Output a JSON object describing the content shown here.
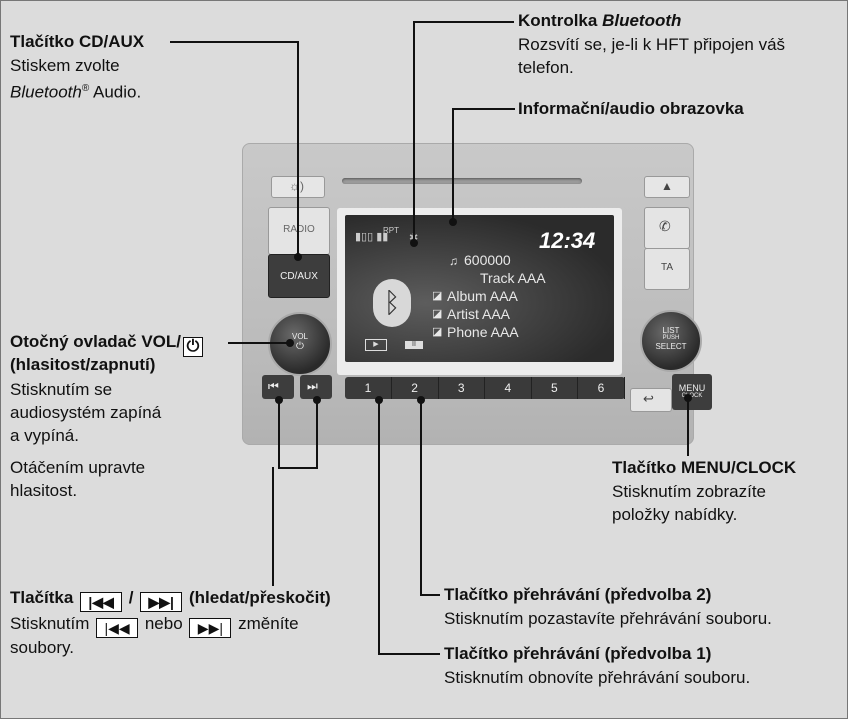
{
  "callouts": {
    "cd_aux": {
      "title": "Tlačítko CD/AUX",
      "desc_line1": "Stiskem zvolte",
      "desc_line2_italic": "Bluetooth",
      "desc_line2_reg": "®",
      "desc_line2_rest": " Audio."
    },
    "bluetooth_indicator": {
      "title_prefix": "Kontrolka ",
      "title_italic": "Bluetooth",
      "desc_line1": "Rozsvítí se, je-li k HFT připojen váš",
      "desc_line2": "telefon."
    },
    "info_screen": {
      "title": "Informační/audio obrazovka"
    },
    "vol_knob": {
      "title_line1": "Otočný ovladač VOL/",
      "title_line2": "(hlasitost/zapnutí)",
      "desc1_line1": "Stisknutím se",
      "desc1_line2": "audiosystém zapíná",
      "desc1_line3": "a vypíná.",
      "desc2_line1": "Otáčením upravte",
      "desc2_line2": "hlasitost."
    },
    "seek_buttons": {
      "title_prefix": "Tlačítka",
      "title_sep": "/",
      "title_suffix": "(hledat/přeskočit)",
      "desc_prefix": "Stisknutím",
      "desc_mid": "nebo",
      "desc_suffix": "změníte",
      "desc_line2": "soubory."
    },
    "menu_clock": {
      "title": "Tlačítko MENU/CLOCK",
      "desc_line1": "Stisknutím zobrazíte",
      "desc_line2": "položky nabídky."
    },
    "play_preset2": {
      "title": "Tlačítko přehrávání (předvolba 2)",
      "desc": "Stisknutím pozastavíte přehrávání souboru."
    },
    "play_preset1": {
      "title": "Tlačítko přehrávání (předvolba 1)",
      "desc": "Stisknutím obnovíte přehrávání souboru."
    }
  },
  "unit": {
    "radio_label": "RADIO",
    "cd_aux_label": "CD/AUX",
    "vol_label": "VOL",
    "list_label_1": "LIST",
    "list_label_2": "PUSH",
    "list_label_3": "SELECT",
    "ta_label": "TA",
    "menu_label": "MENU",
    "clock_label": "CLOCK",
    "presets": [
      "1",
      "2",
      "3",
      "4",
      "5",
      "6"
    ],
    "screen": {
      "clock": "12:34",
      "number": "600000",
      "track": "Track AAA",
      "album": "Album AAA",
      "artist": "Artist AAA",
      "phone": "Phone AAA",
      "rpt": "RPT"
    }
  },
  "icons": [
    "power-icon",
    "skip-back-icon",
    "skip-forward-icon",
    "bluetooth-icon",
    "phone-icon",
    "eject-icon",
    "back-arrow-icon",
    "brightness-icon",
    "music-note-icon",
    "album-icon",
    "artist-icon"
  ]
}
